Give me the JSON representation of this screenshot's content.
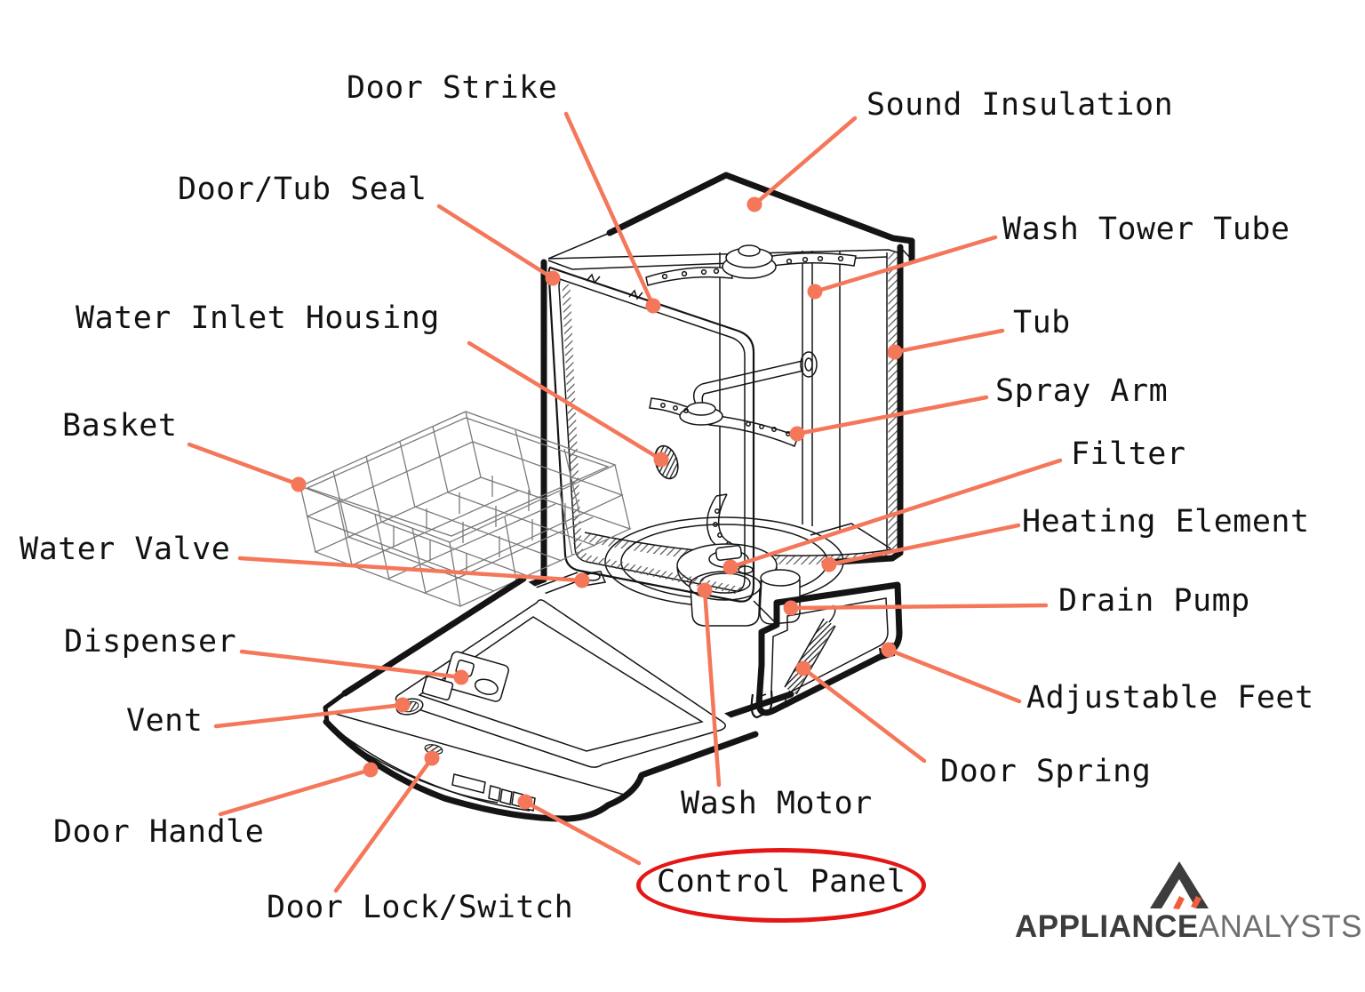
{
  "title": "Dishwasher parts diagram",
  "colors": {
    "leader": "#f4775a",
    "highlight_red": "#e51616",
    "ink": "#141414",
    "basket": "#7a7a7a",
    "logo_dark": "#3d3d3d",
    "logo_light": "#6e6e6e",
    "logo_accent": "#f05f3d"
  },
  "highlighted_part": "Control Panel",
  "labels": [
    {
      "id": "door-strike",
      "text": "Door Strike"
    },
    {
      "id": "sound-insulation",
      "text": "Sound Insulation"
    },
    {
      "id": "door-tub-seal",
      "text": "Door/Tub Seal"
    },
    {
      "id": "wash-tower-tube",
      "text": "Wash Tower Tube"
    },
    {
      "id": "water-inlet-housing",
      "text": "Water Inlet Housing"
    },
    {
      "id": "tub",
      "text": "Tub"
    },
    {
      "id": "spray-arm",
      "text": "Spray Arm"
    },
    {
      "id": "basket",
      "text": "Basket"
    },
    {
      "id": "filter",
      "text": "Filter"
    },
    {
      "id": "heating-element",
      "text": "Heating Element"
    },
    {
      "id": "water-valve",
      "text": "Water Valve"
    },
    {
      "id": "drain-pump",
      "text": "Drain Pump"
    },
    {
      "id": "dispenser",
      "text": "Dispenser"
    },
    {
      "id": "adjustable-feet",
      "text": "Adjustable Feet"
    },
    {
      "id": "vent",
      "text": "Vent"
    },
    {
      "id": "door-spring",
      "text": "Door Spring"
    },
    {
      "id": "wash-motor",
      "text": "Wash Motor"
    },
    {
      "id": "door-handle",
      "text": "Door Handle"
    },
    {
      "id": "control-panel",
      "text": "Control Panel"
    },
    {
      "id": "door-lock-switch",
      "text": "Door Lock/Switch"
    }
  ],
  "logo": {
    "icon": "mountain-a-icon",
    "brand_bold": "APPLIANCE",
    "brand_light": "ANALYSTS"
  }
}
